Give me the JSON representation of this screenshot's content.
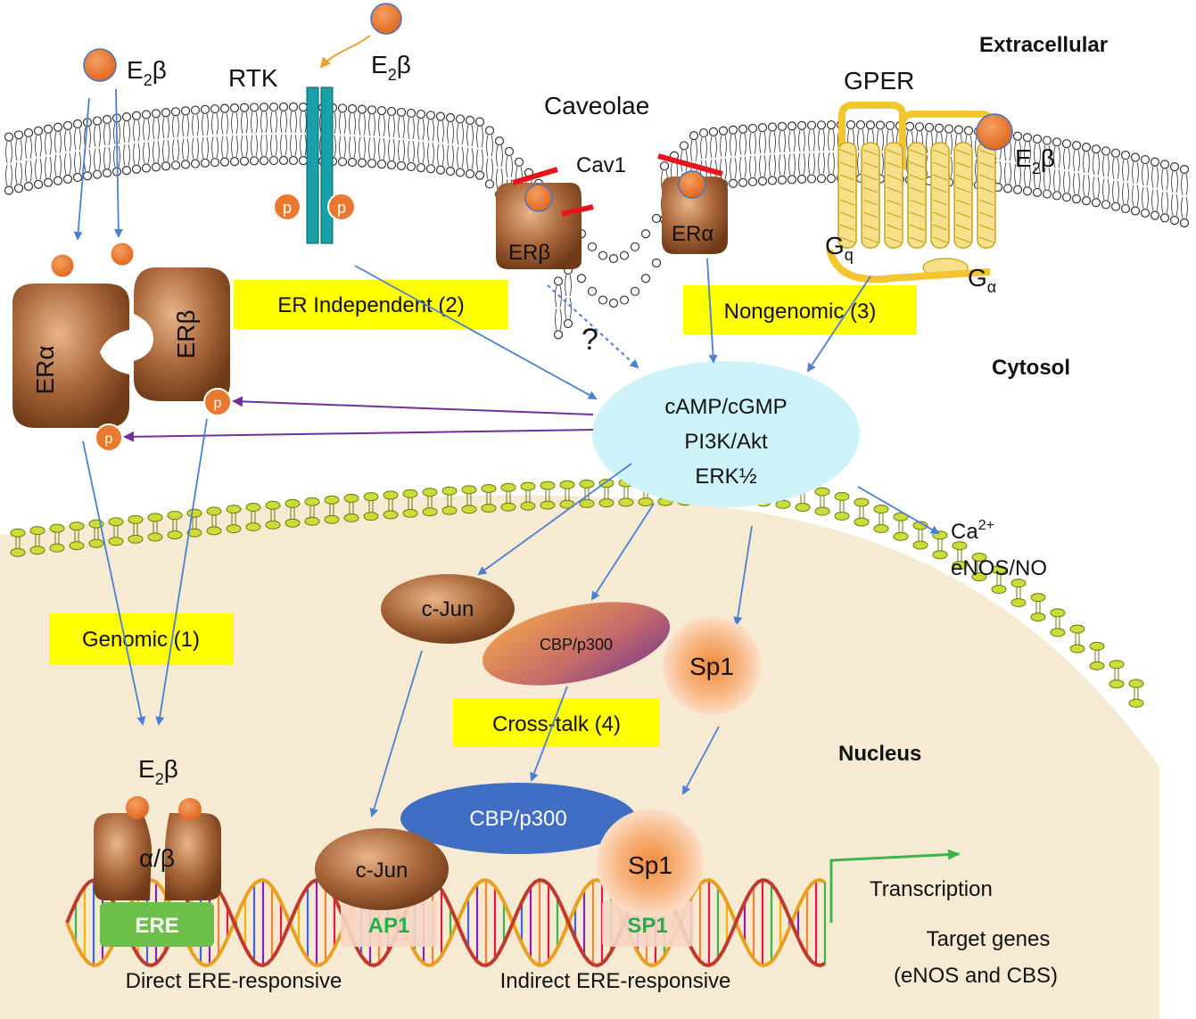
{
  "labels": {
    "extracellular": "Extracellular",
    "cytosol": "Cytosol",
    "nucleus": "Nucleus",
    "caveolae": "Caveolae",
    "rtk": "RTK",
    "gper": "GPER",
    "cav1": "Cav1",
    "question": "?"
  },
  "ligand": {
    "base": "E",
    "sub": "2",
    "suffix": "β"
  },
  "receptors": {
    "er_alpha": "ERα",
    "er_beta": "ERβ",
    "alpha_beta": "α/β",
    "phospho": "p",
    "gq_base": "G",
    "gq_sub": "q",
    "ga_base": "G",
    "ga_sub": "α"
  },
  "pathways": {
    "er_independent": "ER Independent (2)",
    "nongenomic": "Nongenomic (3)",
    "genomic": "Genomic (1)",
    "cross_talk": "Cross-talk (4)"
  },
  "signaling": {
    "line1": "cAMP/cGMP",
    "line2": "PI3K/Akt",
    "line3": "ERK½"
  },
  "outputs": {
    "ca_base": "Ca",
    "ca_sup": "2+",
    "enos_no": "eNOS/NO"
  },
  "factors": {
    "cjun": "c-Jun",
    "cbp_p300": "CBP/p300",
    "sp1": "Sp1"
  },
  "dna": {
    "ere": "ERE",
    "ap1": "AP1",
    "sp1_site": "SP1",
    "transcription": "Transcription",
    "target_genes_1": "Target genes",
    "target_genes_2": "(eNOS and CBS)",
    "direct": "Direct ERE-responsive",
    "indirect": "Indirect ERE-responsive"
  },
  "colors": {
    "ligand": "#e8792f",
    "receptor_brown": "#9a5a30",
    "highlight_yellow": "#ffff00",
    "signal_ellipse": "#cdf3f8",
    "arrow_blue": "#4a7fd4",
    "arrow_purple": "#7030a0",
    "nucleus_fill": "#f6ead3",
    "cbp_blue": "#3f6ec4",
    "ere_green": "#6cc04a",
    "caveolin_red": "#e8141c",
    "rtk_teal": "#1aa0a8",
    "gper_gold": "#f3c530"
  }
}
